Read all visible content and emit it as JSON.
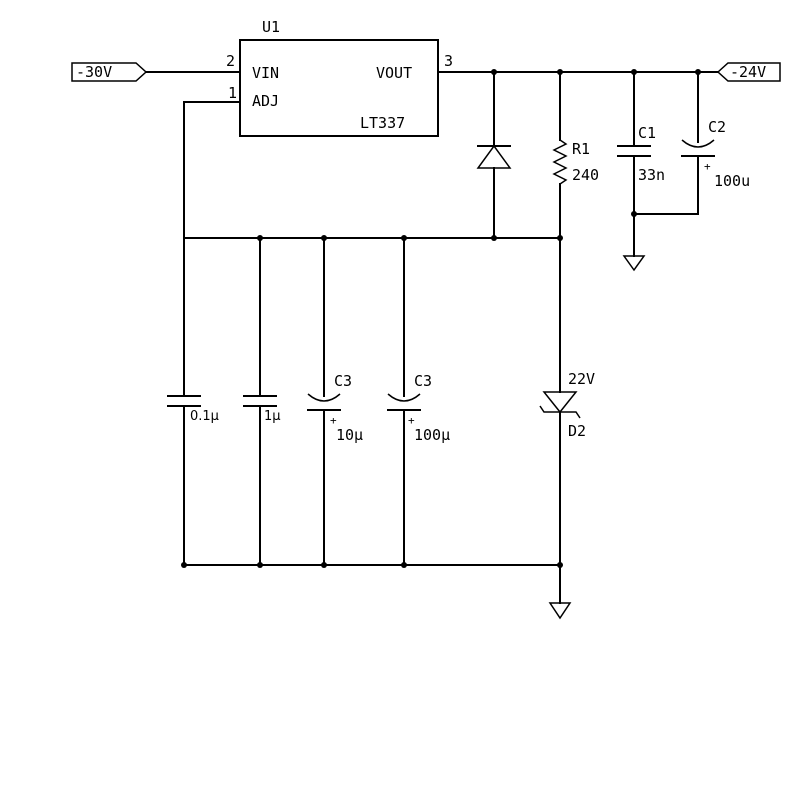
{
  "regulator": {
    "ref": "U1",
    "part": "LT337",
    "pin_vin_label": "VIN",
    "pin_adj_label": "ADJ",
    "pin_vout_label": "VOUT",
    "pin_vin_num": "2",
    "pin_adj_num": "1",
    "pin_vout_num": "3"
  },
  "ports": {
    "input_label": "-30V",
    "output_label": "-24V"
  },
  "r1": {
    "ref": "R1",
    "value": "240"
  },
  "c1": {
    "ref": "C1",
    "value": "33n"
  },
  "c2": {
    "ref": "C2",
    "value": "100u"
  },
  "adj_caps": [
    {
      "ref": "",
      "value": "0.1µ"
    },
    {
      "ref": "",
      "value": "1µ"
    },
    {
      "ref": "C3",
      "value": "10µ"
    },
    {
      "ref": "C3",
      "value": "100µ"
    }
  ],
  "d2": {
    "ref": "D2",
    "value": "22V"
  },
  "polarity_plus": "+"
}
